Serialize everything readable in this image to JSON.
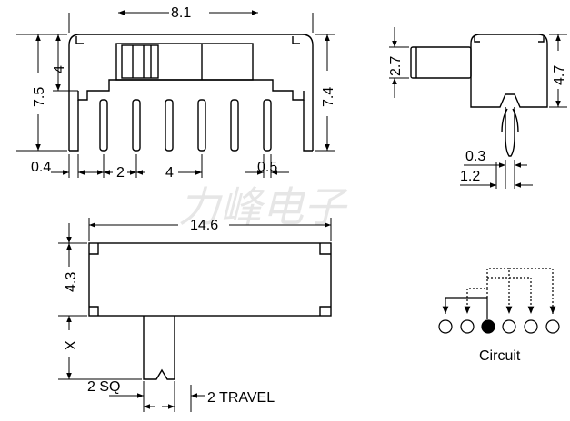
{
  "watermark": "力峰电子",
  "top_view": {
    "width_label": "8.1",
    "left_height_label": "4",
    "overall_height_label": "7.5",
    "right_height_label": "7.4",
    "pin_edge_label": "0.4",
    "pin_pitch_label_1": "2",
    "pin_pitch_label_2": "4",
    "pin_width_label": "0.5"
  },
  "side_view": {
    "actuator_height_label": "2.7",
    "body_height_label": "4.7",
    "pin_thickness_label": "0.3",
    "pin_span_label": "1.2"
  },
  "bottom_view": {
    "length_label": "14.6",
    "depth_label": "4.3",
    "actuator_length_label": "X",
    "actuator_size_label": "2 SQ",
    "travel_label": "2 TRAVEL"
  },
  "circuit": {
    "label": "Circuit"
  }
}
